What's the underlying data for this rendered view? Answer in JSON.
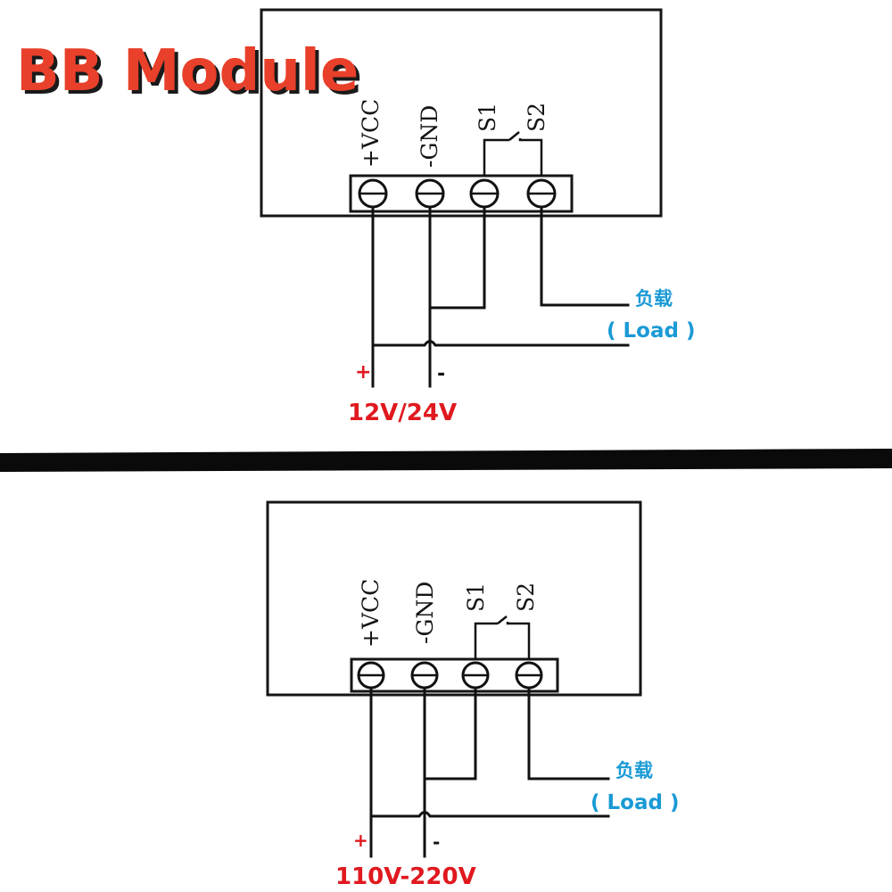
{
  "title": "BB Module",
  "colors": {
    "title": "#e8402a",
    "title_shadow": "#1a1a1a",
    "supply": "#e0191f",
    "load": "#1a9ad6",
    "lines": "#111111",
    "divider": "#0a0a0a"
  },
  "terminals": [
    "+VCC",
    "-GND",
    "S1",
    "S2"
  ],
  "diagrams": [
    {
      "name": "low-voltage",
      "terminals": [
        "+VCC",
        "-GND",
        "S1",
        "S2"
      ],
      "load_cn": "负载",
      "load_en": "( Load )",
      "plus": "+",
      "minus": "-",
      "voltage": "12V/24V"
    },
    {
      "name": "mains-voltage",
      "terminals": [
        "+VCC",
        "-GND",
        "S1",
        "S2"
      ],
      "load_cn": "负载",
      "load_en": "( Load )",
      "plus": "+",
      "minus": "-",
      "voltage": "110V-220V"
    }
  ]
}
